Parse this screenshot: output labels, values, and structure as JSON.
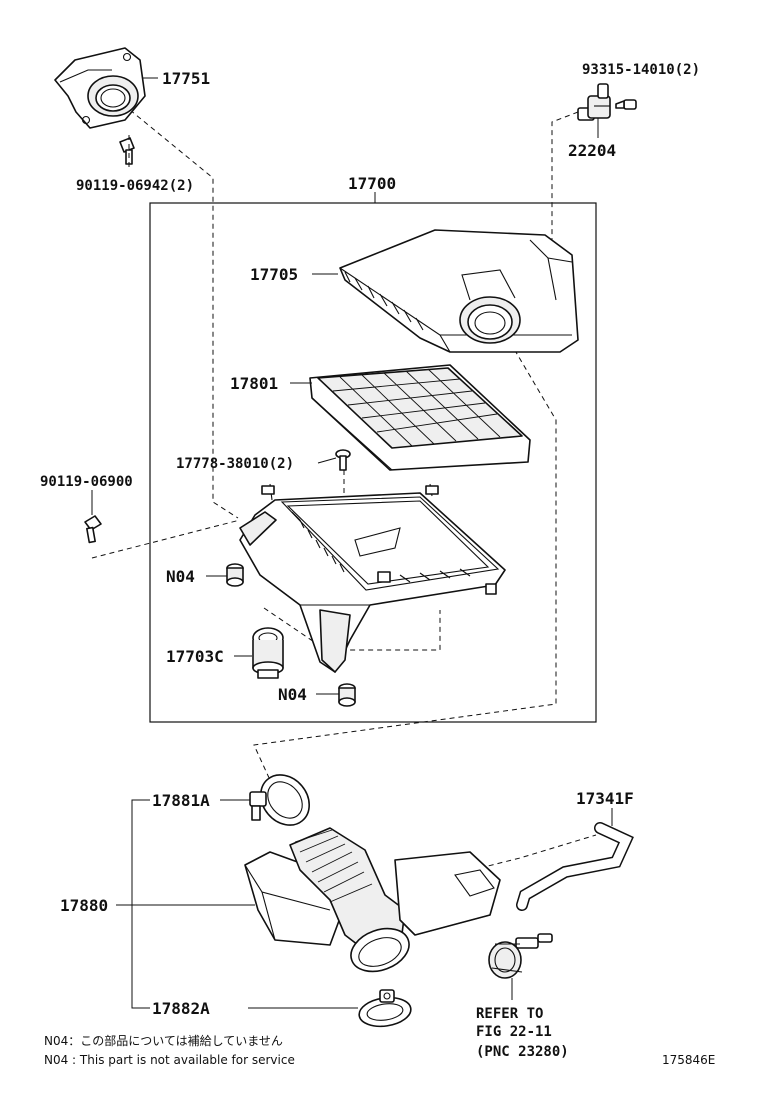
{
  "labels": {
    "p17751": "17751",
    "p90119_06942": "90119-06942(2)",
    "p93315_14010": "93315-14010(2)",
    "p22204": "22204",
    "p17700": "17700",
    "p17705": "17705",
    "p17801": "17801",
    "p17778_38010": "17778-38010(2)",
    "p90119_06900": "90119-06900",
    "n04_top": "N04",
    "p17703c": "17703C",
    "n04_bottom": "N04",
    "p17881a": "17881A",
    "p17341f": "17341F",
    "p17880": "17880",
    "p17882a": "17882A"
  },
  "refer": {
    "line1": "REFER TO",
    "line2": "FIG 22-11",
    "line3": "(PNC 23280)"
  },
  "notes": {
    "jp": "N04：この部品については補給していません",
    "en": "N04 : This part is not available for service"
  },
  "figure_id": "175846E"
}
